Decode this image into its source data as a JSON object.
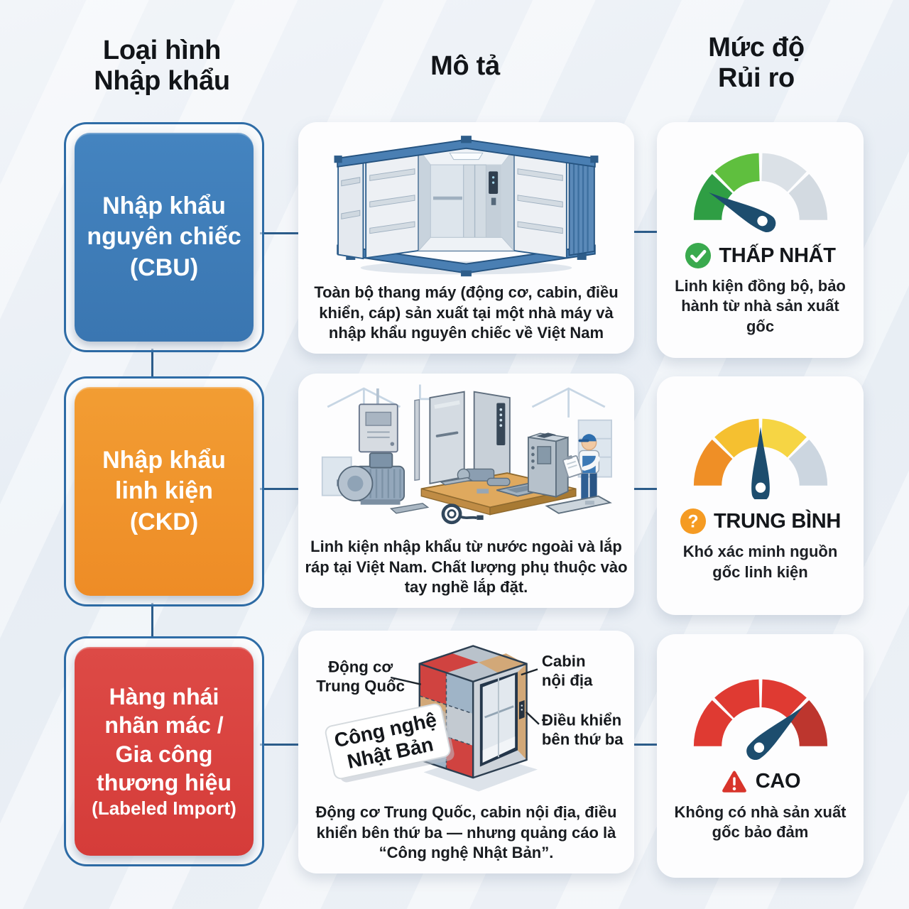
{
  "header": {
    "col1_line1": "Loại hình",
    "col1_line2": "Nhập khẩu",
    "col2": "Mô tả",
    "col3_line1": "Mức độ",
    "col3_line2": "Rủi ro"
  },
  "rows": [
    {
      "id": "cbu",
      "type": {
        "lines": [
          "Nhập khẩu",
          "nguyên chiếc",
          "(CBU)"
        ],
        "color": "#3c79b5"
      },
      "illustration": "container-elevator",
      "description": "Toàn bộ thang máy (động cơ, cabin, điều khiển, cáp) sản xuất tại một nhà máy và nhập khẩu nguyên chiếc về Việt Nam",
      "risk": {
        "level": "THẤP NHẤT",
        "note": "Linh kiện đồng bộ, bảo hành từ nhà sản xuất gốc",
        "badge_icon": "check-circle",
        "badge_color": "#3aaa4e",
        "gauge": {
          "segment_colors": [
            "#2f9e44",
            "#5fbf3e",
            "#dbe1e7",
            "#d3dae1"
          ],
          "needle_angle_deg": -62,
          "needle_color": "#1d4d6e"
        }
      }
    },
    {
      "id": "ckd",
      "type": {
        "lines": [
          "Nhập khẩu",
          "linh kiện",
          "(CKD)"
        ],
        "color": "#f0932c"
      },
      "illustration": "parts-assembly-factory",
      "description": "Linh kiện nhập khẩu từ nước ngoài và lắp ráp tại Việt Nam. Chất lượng phụ thuộc vào tay nghề lắp đặt.",
      "risk": {
        "level": "TRUNG BÌNH",
        "note": "Khó xác minh nguồn gốc linh kiện",
        "badge_icon": "question-circle",
        "badge_color": "#f59b23",
        "gauge": {
          "segment_colors": [
            "#ef8f26",
            "#f5c030",
            "#f6d544",
            "#ccd6e0"
          ],
          "needle_angle_deg": 0,
          "needle_color": "#1d4d6e"
        }
      }
    },
    {
      "id": "labeled-import",
      "type": {
        "lines": [
          "Hàng nhái",
          "nhãn mác /",
          "Gia công",
          "thương hiệu"
        ],
        "sub_line": "(Labeled Import)",
        "color": "#d8423f"
      },
      "illustration": "counterfeit-patchwork-elevator",
      "annotations": {
        "motor_line1": "Động cơ",
        "motor_line2": "Trung Quốc",
        "cabin_line1": "Cabin",
        "cabin_line2": "nội địa",
        "controller_line1": "Điều khiển",
        "controller_line2": "bên thứ ba",
        "sticker_line1": "Công nghệ",
        "sticker_line2": "Nhật Bản"
      },
      "description": "Động cơ Trung Quốc, cabin nội địa, điều khiển bên thứ ba — nhưng quảng cáo là “Công nghệ Nhật Bản”.",
      "risk": {
        "level": "CAO",
        "note": "Không có nhà sản xuất gốc bảo đảm",
        "badge_icon": "warning-triangle",
        "badge_color": "#d83a30",
        "gauge": {
          "segment_colors": [
            "#df3a32",
            "#df3a32",
            "#df3a32",
            "#bd362e"
          ],
          "needle_angle_deg": 47,
          "needle_color": "#1d4d6e"
        }
      }
    }
  ]
}
